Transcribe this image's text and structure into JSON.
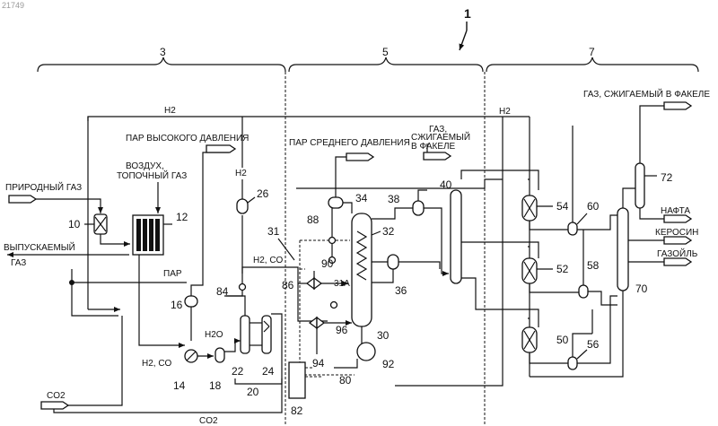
{
  "figure_id": "21749",
  "system_number": "1",
  "sections": {
    "s3": "3",
    "s5": "5",
    "s7": "7"
  },
  "labels": {
    "h2_top": "H2",
    "h2_right": "H2",
    "h2_mid": "H2",
    "h2o": "H2O",
    "h2co_a": "H2, CO",
    "h2co_b": "H2, CO",
    "co2_left": "CO2",
    "co2_bottom": "CO2",
    "natural_gas": "ПРИРОДНЫЙ ГАЗ",
    "air_fuel_1": "ВОЗДУХ,",
    "air_fuel_2": "ТОПОЧНЫЙ ГАЗ",
    "exhaust_1": "ВЫПУСКАЕМЫЙ",
    "exhaust_2": "ГАЗ",
    "steam": "ПАР",
    "hp_steam": "ПАР ВЫСОКОГО ДАВЛЕНИЯ",
    "mp_steam": "ПАР СРЕДНЕГО ДАВЛЕНИЯ",
    "flare_1": "ГАЗ,",
    "flare_2": "СЖИГАЕМЫЙ",
    "flare_3": "В ФАКЕЛЕ",
    "flare_top": "ГАЗ, СЖИГАЕМЫЙ В ФАКЕЛЕ",
    "naphtha": "НАФТА",
    "kerosene": "КЕРОСИН",
    "gasoil": "ГАЗОЙЛЬ"
  },
  "refs": {
    "r10": "10",
    "r12": "12",
    "r14": "14",
    "r16": "16",
    "r18": "18",
    "r20": "20",
    "r22": "22",
    "r24": "24",
    "r26": "26",
    "r30": "30",
    "r31": "31",
    "r31a": "31A",
    "r32": "32",
    "r34": "34",
    "r36": "36",
    "r38": "38",
    "r40": "40",
    "r50": "50",
    "r52": "52",
    "r54": "54",
    "r56": "56",
    "r58": "58",
    "r60": "60",
    "r70": "70",
    "r72": "72",
    "r80": "80",
    "r82": "82",
    "r84": "84",
    "r86": "86",
    "r88": "88",
    "r90": "90",
    "r92": "92",
    "r94": "94",
    "r96": "96"
  }
}
